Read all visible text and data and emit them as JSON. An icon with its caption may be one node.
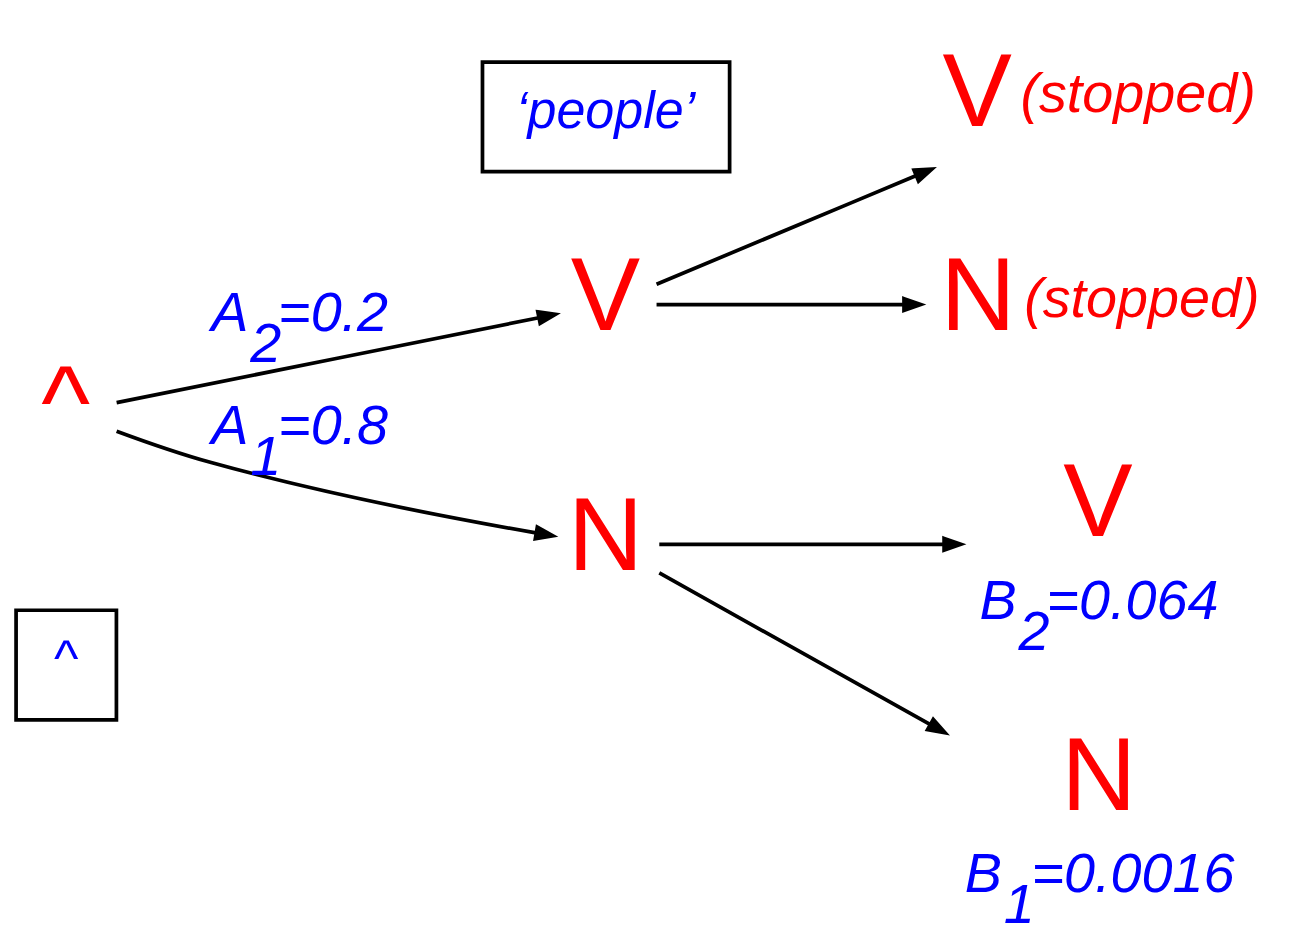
{
  "diagram": {
    "nodes": [
      {
        "text": [
          "^"
        ]
      },
      {
        "text": [
          "V"
        ]
      },
      {
        "text": [
          "V"
        ],
        "beside": [
          "(stopped)"
        ]
      },
      {
        "text": [
          "N"
        ],
        "beside": [
          "(stopped)"
        ]
      },
      {
        "text": [
          "N"
        ]
      },
      {
        "text": [
          "V"
        ],
        "beside": [
          "B$_{2}$=0.064"
        ]
      },
      {
        "text": [
          "N"
        ],
        "beside": [
          "B$_{1}$=0.0016"
        ]
      },
      {
        "text": [
          "^"
        ]
      },
      {
        "text": [
          "‘people’"
        ]
      }
    ],
    "edges": [
      {
        "from": 0,
        "to": 1,
        "arrow": "to",
        "label": "A$_{2}$=0.2"
      },
      {
        "from": 0,
        "to": 4,
        "arrow": "to",
        "label": "A$_{1}$=0.8"
      },
      {
        "from": 1,
        "to": 2,
        "arrow": "to"
      },
      {
        "from": 1,
        "to": 3,
        "arrow": "to"
      },
      {
        "from": 4,
        "to": 5,
        "arrow": "to"
      },
      {
        "from": 4,
        "to": 6,
        "arrow": "to"
      }
    ]
  }
}
